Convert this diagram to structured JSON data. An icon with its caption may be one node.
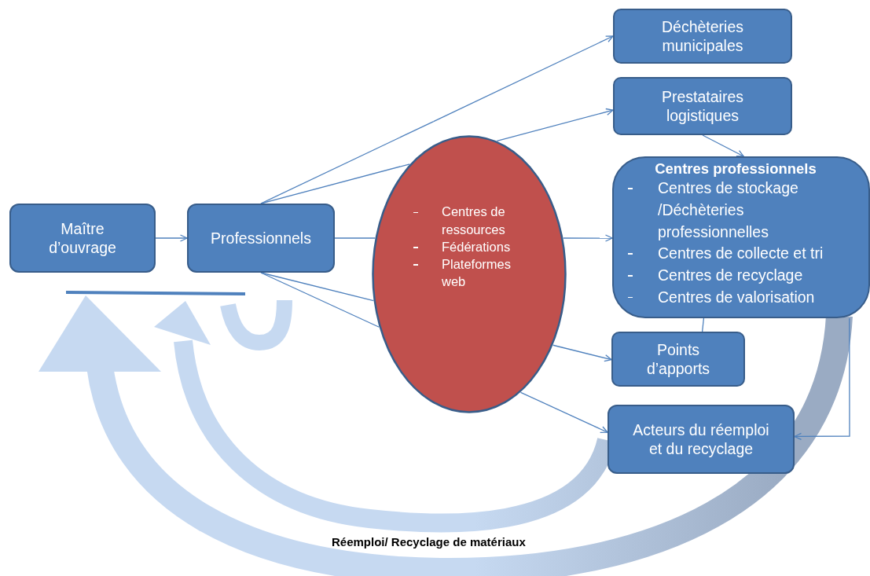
{
  "diagram": {
    "nodes": [
      {
        "text": [
          "Maître d’ouvrage"
        ]
      },
      {
        "text": [
          "Professionnels"
        ]
      },
      {
        "text": [
          "Centres de ressources",
          "Fédérations",
          "Plateformes web"
        ]
      },
      {
        "text": [
          "Déchèteries municipales"
        ]
      },
      {
        "text": [
          "Prestataires logistiques"
        ]
      },
      {
        "text": [
          "Centres professionnels",
          "Centres de stockage /Déchèteries professionnelles",
          "Centres de collecte et tri",
          "Centres de recyclage",
          "Centres de valorisation"
        ]
      },
      {
        "text": [
          "Points d’apports"
        ]
      },
      {
        "text": [
          "Acteurs du réemploi et du recyclage"
        ]
      }
    ],
    "edges": [
      {
        "from": 0,
        "to": 1,
        "arrow": "to"
      },
      {
        "from": 1,
        "to": 2,
        "arrow": "none"
      },
      {
        "from": 1,
        "to": 2,
        "arrow": "none"
      },
      {
        "from": 1,
        "to": 2,
        "arrow": "none"
      },
      {
        "from": 1,
        "to": 2,
        "arrow": "none"
      },
      {
        "from": 1,
        "to": 2,
        "arrow": "none"
      },
      {
        "from": 2,
        "to": 3,
        "arrow": "to"
      },
      {
        "from": 2,
        "to": 4,
        "arrow": "to"
      },
      {
        "from": 2,
        "to": 5,
        "arrow": "to"
      },
      {
        "from": 2,
        "to": 6,
        "arrow": "to"
      },
      {
        "from": 2,
        "to": 7,
        "arrow": "to"
      },
      {
        "from": 4,
        "to": 5,
        "arrow": "to"
      },
      {
        "from": 5,
        "to": 6,
        "arrow": "none"
      },
      {
        "from": 5,
        "to": 7,
        "arrow": "to"
      }
    ],
    "labels": [
      "Réemploi/ Recyclage de matériaux"
    ]
  }
}
